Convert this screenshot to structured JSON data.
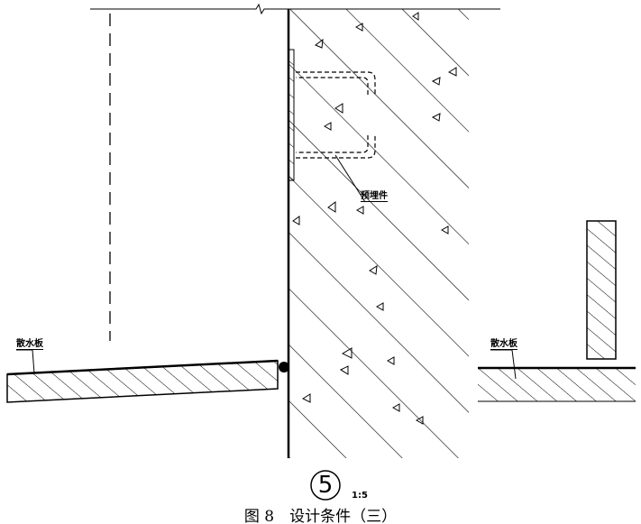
{
  "labels": {
    "embedded_part": "预埋件",
    "apron_left": "散水板",
    "apron_right": "散水板"
  },
  "detail": {
    "number": "5",
    "scale": "1:5"
  },
  "caption": "图 8　设计条件（三）"
}
